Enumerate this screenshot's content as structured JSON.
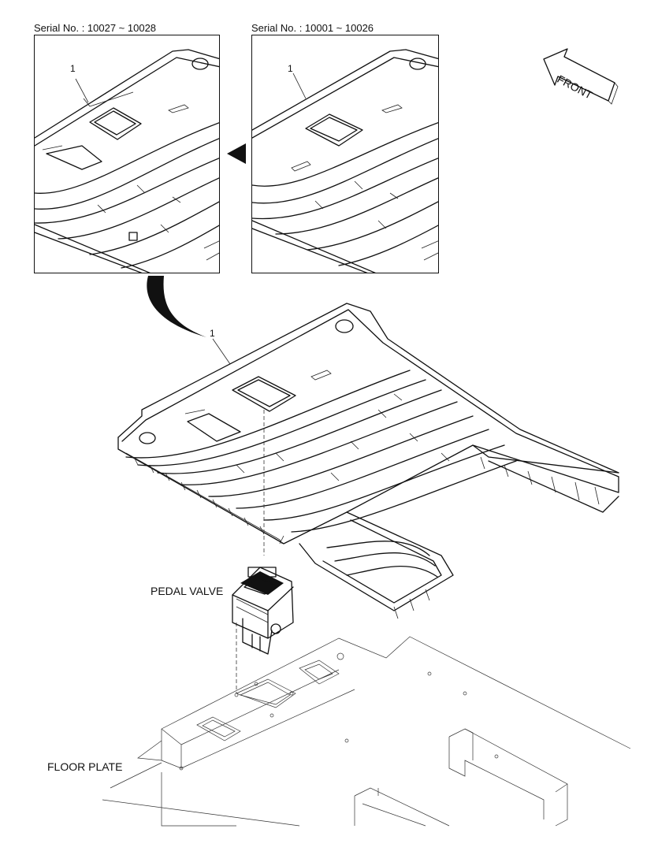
{
  "serial_left": "Serial No. : 10027 ~ 10028",
  "serial_right": "Serial No. : 10001 ~ 10026",
  "callout_left": "1",
  "callout_right": "1",
  "callout_main": "1",
  "front_label": "FRONT",
  "pedal_valve_label": "PEDAL VALVE",
  "floor_plate_label": "FLOOR PLATE"
}
